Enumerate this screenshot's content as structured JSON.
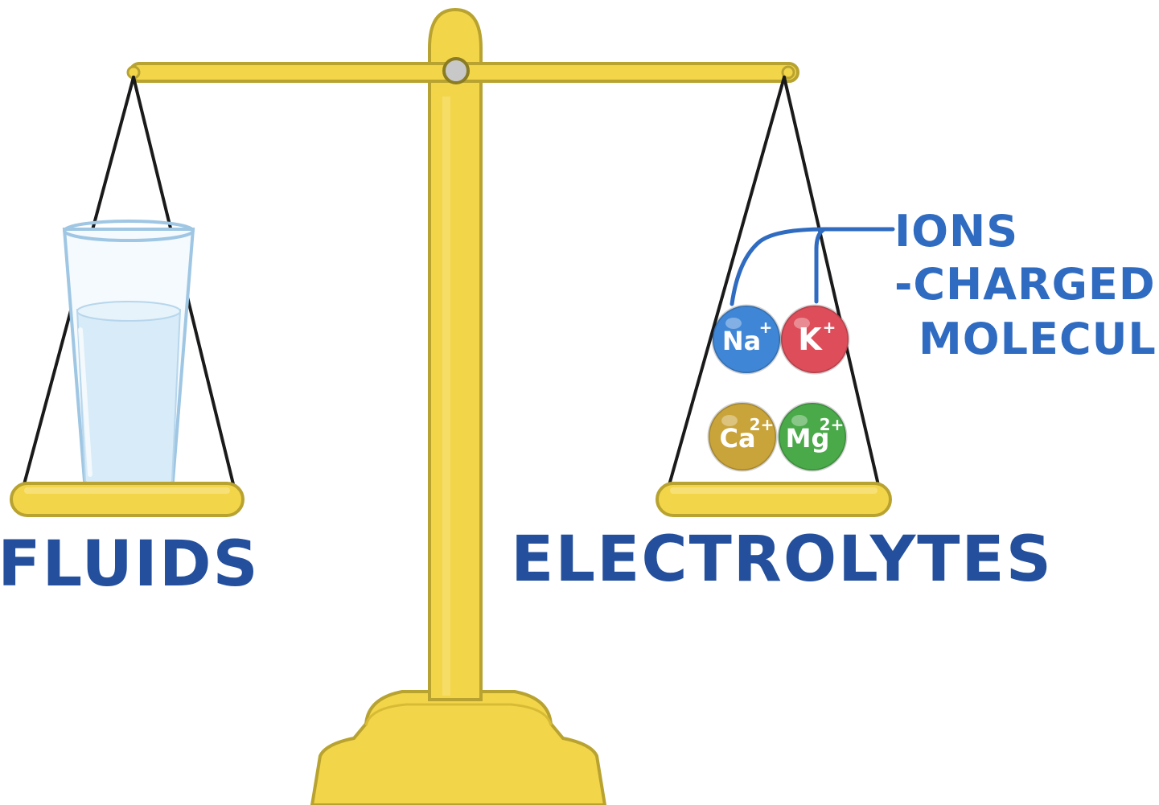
{
  "labels": {
    "left_pan": "FLUIDS",
    "right_pan": "ELECTROLYTES",
    "callout_title": "IONS",
    "callout_line1": "-CHARGED",
    "callout_line2": "MOLECULES"
  },
  "ions": [
    {
      "symbol": "Na",
      "charge": "+",
      "color": "#3f86d6"
    },
    {
      "symbol": "K",
      "charge": "+",
      "color": "#dd4d5a"
    },
    {
      "symbol": "Ca",
      "charge": "2+",
      "color": "#c9a43a"
    },
    {
      "symbol": "Mg",
      "charge": "2+",
      "color": "#4aaa4a"
    }
  ],
  "colors": {
    "scale_gold": "#f3d54a",
    "scale_outline": "#b8a330",
    "text_blue": "#234f9c",
    "callout_blue": "#2f6bc0",
    "water": "#d7ebf8",
    "glass_outline": "#9fc6e3"
  },
  "icons": {
    "glass": "water-glass-icon",
    "pivot": "pivot-pin-icon"
  }
}
